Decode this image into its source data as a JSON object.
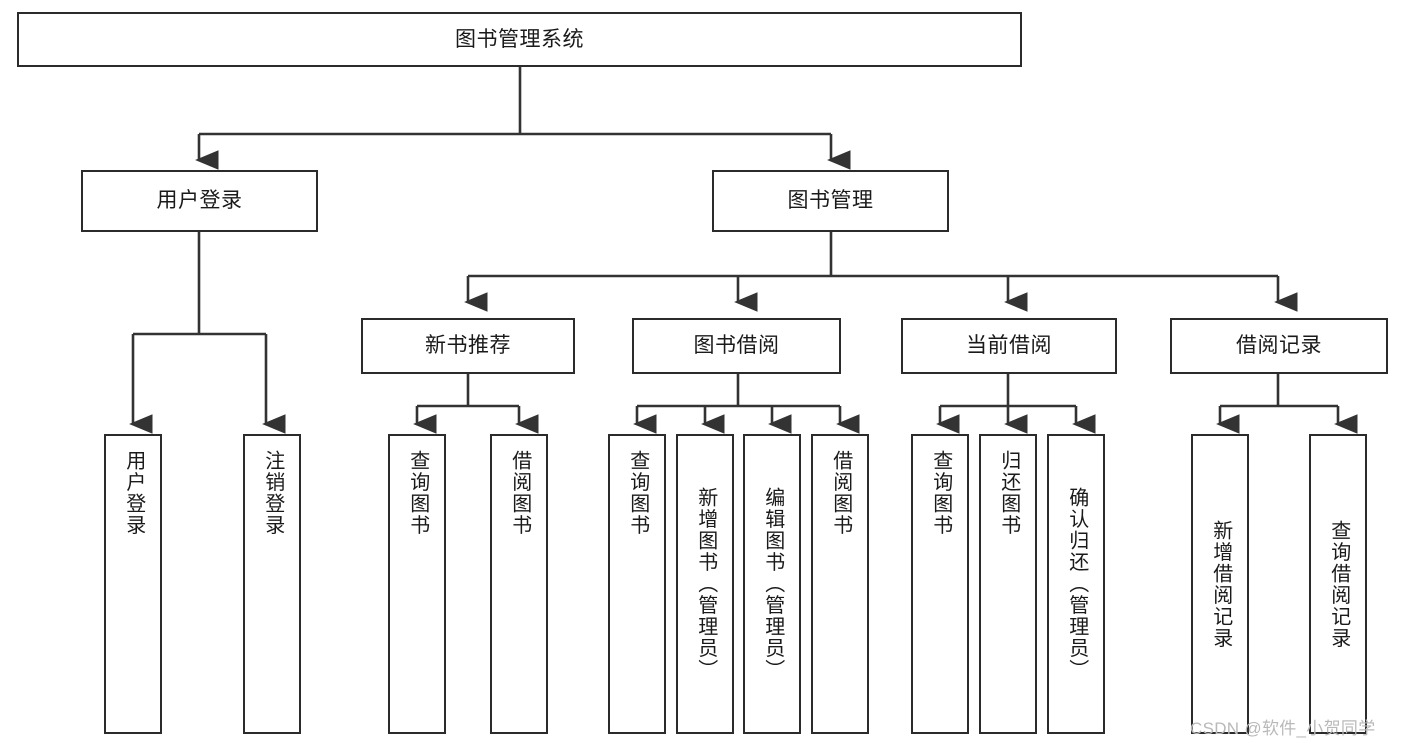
{
  "diagram": {
    "title": "图书管理系统",
    "type": "hierarchy-tree",
    "style": {
      "box_border_color": "#2b2b2b",
      "box_fill_color": "#ffffff",
      "edge_color": "#333333",
      "text_color": "#1a1a1a",
      "background": "#ffffff"
    },
    "levels": {
      "root": "图书管理系统",
      "level2": [
        "用户登录",
        "图书管理"
      ],
      "level3": [
        "新书推荐",
        "图书借阅",
        "当前借阅",
        "借阅记录"
      ]
    },
    "nodes": {
      "root": {
        "label": "图书管理系统"
      },
      "user_login": {
        "label": "用户登录"
      },
      "book_manage": {
        "label": "图书管理"
      },
      "new_book_rec": {
        "label": "新书推荐"
      },
      "book_borrow": {
        "label": "图书借阅"
      },
      "current_borrow": {
        "label": "当前借阅"
      },
      "borrow_record": {
        "label": "借阅记录"
      },
      "leaf_user_login": {
        "label": "用户登录"
      },
      "leaf_logout": {
        "label": "注销登录"
      },
      "leaf_query_book_1": {
        "label": "查询图书"
      },
      "leaf_borrow_book_1": {
        "label": "借阅图书"
      },
      "leaf_query_book_2": {
        "label": "查询图书"
      },
      "leaf_add_book": {
        "label": "新增图书（管理员）"
      },
      "leaf_edit_book": {
        "label": "编辑图书（管理员）"
      },
      "leaf_borrow_book_2": {
        "label": "借阅图书"
      },
      "leaf_query_book_3": {
        "label": "查询图书"
      },
      "leaf_return_book": {
        "label": "归还图书"
      },
      "leaf_confirm_return": {
        "label": "确认归还（管理员）"
      },
      "leaf_add_record": {
        "label": "新增借阅记录"
      },
      "leaf_query_record": {
        "label": "查询借阅记录"
      }
    },
    "edges": [
      {
        "from": "root",
        "to": "user_login"
      },
      {
        "from": "root",
        "to": "book_manage"
      },
      {
        "from": "user_login",
        "to": "leaf_user_login"
      },
      {
        "from": "user_login",
        "to": "leaf_logout"
      },
      {
        "from": "book_manage",
        "to": "new_book_rec"
      },
      {
        "from": "book_manage",
        "to": "book_borrow"
      },
      {
        "from": "book_manage",
        "to": "current_borrow"
      },
      {
        "from": "book_manage",
        "to": "borrow_record"
      },
      {
        "from": "new_book_rec",
        "to": "leaf_query_book_1"
      },
      {
        "from": "new_book_rec",
        "to": "leaf_borrow_book_1"
      },
      {
        "from": "book_borrow",
        "to": "leaf_query_book_2"
      },
      {
        "from": "book_borrow",
        "to": "leaf_add_book"
      },
      {
        "from": "book_borrow",
        "to": "leaf_edit_book"
      },
      {
        "from": "book_borrow",
        "to": "leaf_borrow_book_2"
      },
      {
        "from": "current_borrow",
        "to": "leaf_query_book_3"
      },
      {
        "from": "current_borrow",
        "to": "leaf_return_book"
      },
      {
        "from": "current_borrow",
        "to": "leaf_confirm_return"
      },
      {
        "from": "borrow_record",
        "to": "leaf_add_record"
      },
      {
        "from": "borrow_record",
        "to": "leaf_query_record"
      }
    ]
  },
  "watermark": {
    "text": "CSDN @软件_小贺同学"
  }
}
